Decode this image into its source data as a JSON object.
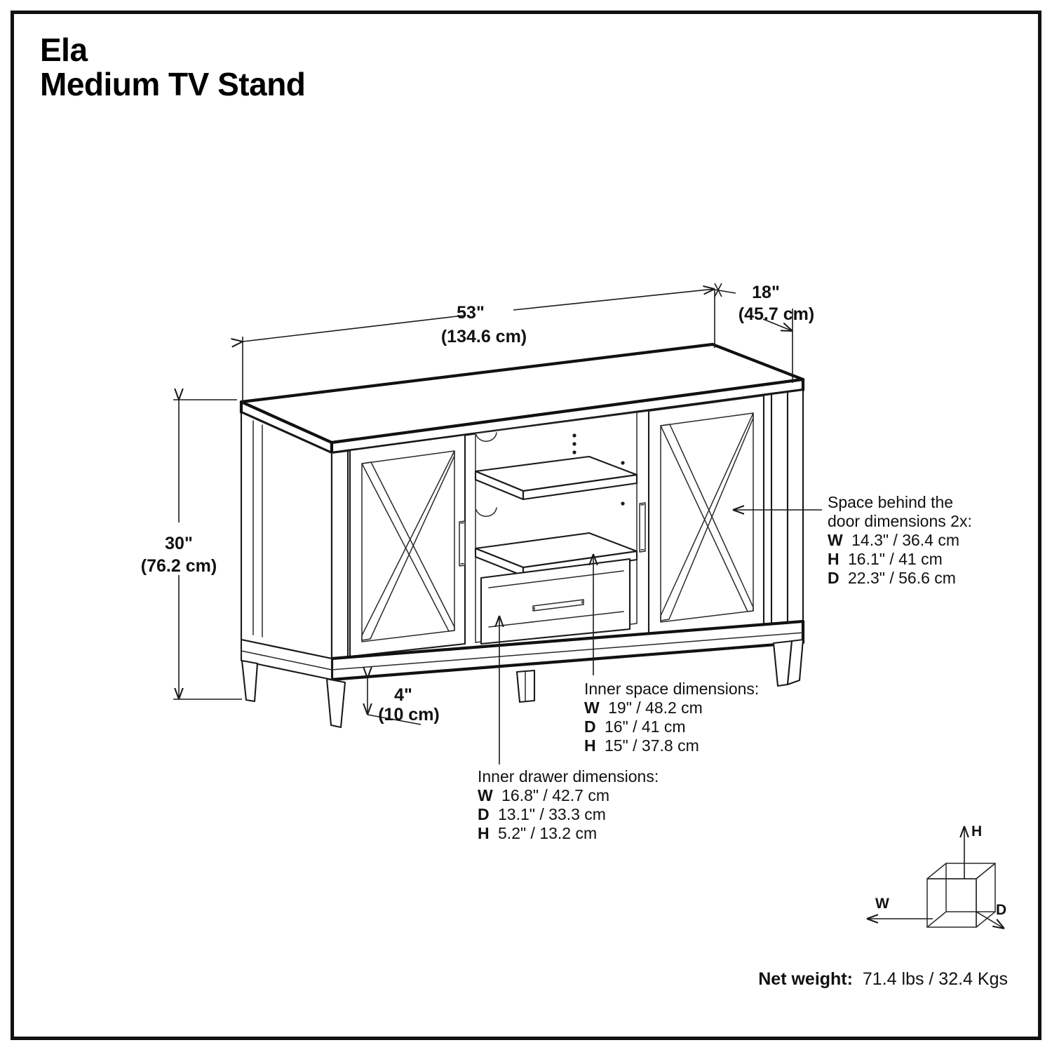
{
  "product": {
    "brand_name": "Ela",
    "model_name": "Medium TV Stand"
  },
  "dimensions": {
    "width": {
      "imperial": "53\"",
      "metric": "(134.6 cm)"
    },
    "depth": {
      "imperial": "18\"",
      "metric": "(45.7 cm)"
    },
    "height": {
      "imperial": "30\"",
      "metric": "(76.2 cm)"
    },
    "leg_clearance": {
      "imperial": "4\"",
      "metric": "(10 cm)"
    }
  },
  "callouts": {
    "behind_door": {
      "title_line1": "Space behind the",
      "title_line2": "door dimensions 2x:",
      "rows": [
        {
          "key": "W",
          "value": "14.3\" / 36.4 cm"
        },
        {
          "key": "H",
          "value": "16.1\" / 41 cm"
        },
        {
          "key": "D",
          "value": "22.3\" / 56.6 cm"
        }
      ]
    },
    "inner_space": {
      "title": "Inner space dimensions:",
      "rows": [
        {
          "key": "W",
          "value": "19\" / 48.2 cm"
        },
        {
          "key": "D",
          "value": "16\" / 41 cm"
        },
        {
          "key": "H",
          "value": "15\" / 37.8 cm"
        }
      ]
    },
    "inner_drawer": {
      "title": "Inner drawer dimensions:",
      "rows": [
        {
          "key": "W",
          "value": "16.8\" / 42.7 cm"
        },
        {
          "key": "D",
          "value": "13.1\" / 33.3 cm"
        },
        {
          "key": "H",
          "value": "5.2\" / 13.2 cm"
        }
      ]
    }
  },
  "axis_legend": {
    "width_label": "W",
    "height_label": "H",
    "depth_label": "D"
  },
  "footer": {
    "weight_label": "Net weight:",
    "weight_value": "71.4 lbs / 32.4 Kgs"
  },
  "colors": {
    "line": "#1a1a1a",
    "background": "#ffffff",
    "border": "#111111"
  }
}
